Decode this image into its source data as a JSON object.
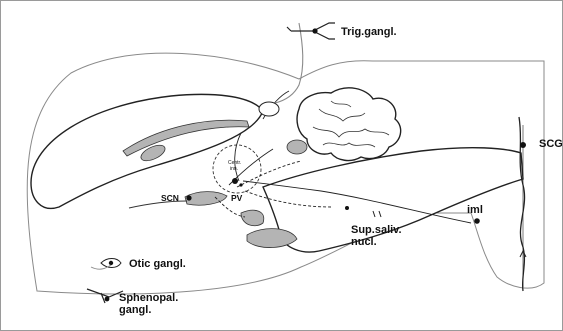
{
  "labels": {
    "trig": "Trig.gangl.",
    "scg": "SCG",
    "centr_inn_1": "Centr.",
    "centr_inn_2": "inn.",
    "scn": "SCN",
    "pv": "PV",
    "iml": "iml",
    "sup_saliv_1": "Sup.saliv.",
    "sup_saliv_2": "nucl.",
    "otic": "Otic gangl.",
    "sphenopal_1": "Sphenopal.",
    "sphenopal_2": "gangl."
  },
  "colors": {
    "outline": "#222222",
    "fiber": "#8a8a8a",
    "shade": "#b4b4b4",
    "frame": "#9a9a9a"
  }
}
